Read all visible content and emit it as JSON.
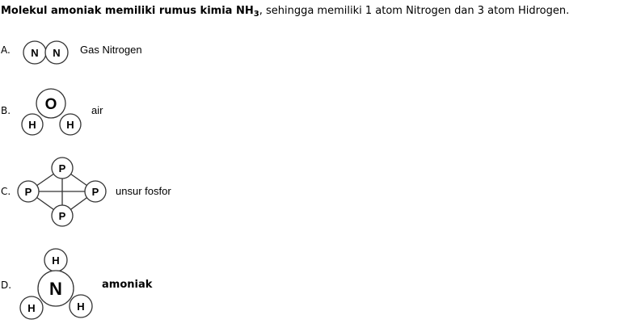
{
  "question": {
    "bold_text": "Molekul amoniak memiliki rumus kimia NH",
    "subscript": "3",
    "rest_text": ", sehingga memiliki 1 atom Nitrogen dan 3 atom Hidrogen."
  },
  "options": [
    {
      "letter": "A.",
      "label": "Gas Nitrogen",
      "atoms": [
        "N",
        "N"
      ]
    },
    {
      "letter": "B.",
      "label": "air",
      "atoms": [
        "O",
        "H",
        "H"
      ]
    },
    {
      "letter": "C.",
      "label": "unsur fosfor",
      "atoms": [
        "P",
        "P",
        "P",
        "P"
      ]
    },
    {
      "letter": "D.",
      "label": "amoniak",
      "atoms": [
        "H",
        "N",
        "H",
        "H"
      ]
    }
  ]
}
